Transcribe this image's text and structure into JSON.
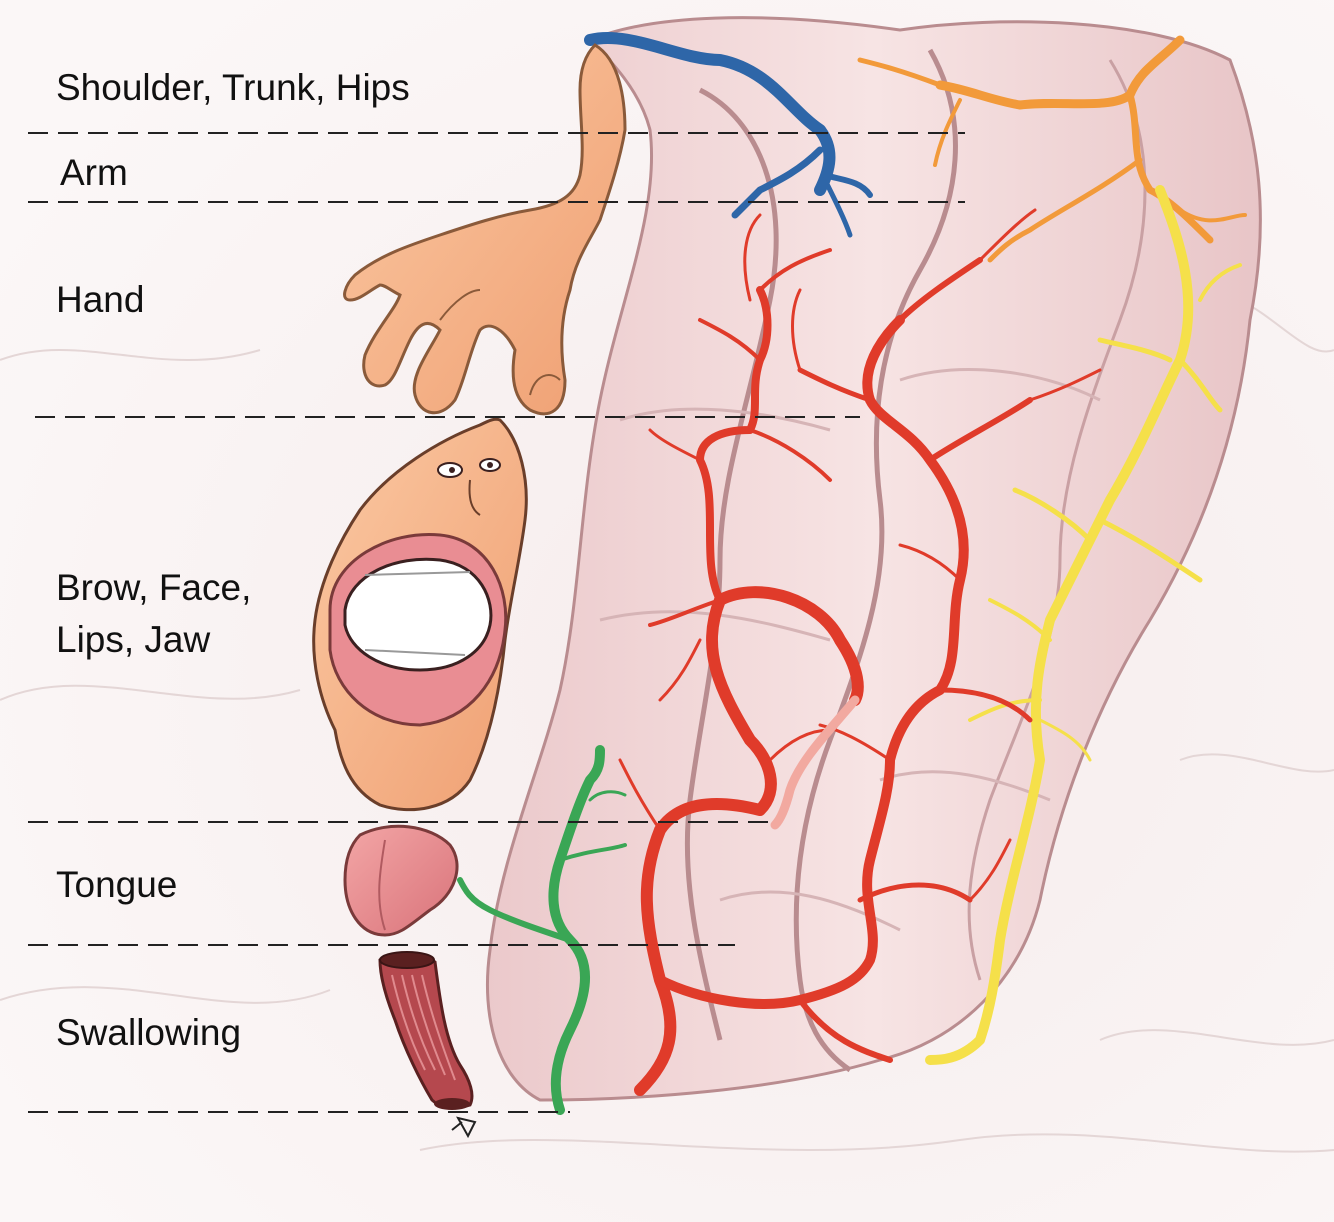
{
  "labels": {
    "shoulder": "Shoulder, Trunk, Hips",
    "arm": "Arm",
    "hand": "Hand",
    "face_line1": "Brow, Face,",
    "face_line2": "Lips, Jaw",
    "tongue": "Tongue",
    "swallowing": "Swallowing"
  },
  "colors": {
    "background": "#ffffff",
    "brain_surface": "#f0d8d8",
    "gyrus": "#f3dcdc",
    "sulcus": "#b98c8f",
    "artery_red": "#e03b2a",
    "artery_blue": "#2e66a8",
    "artery_orange": "#f29a3a",
    "artery_yellow": "#f5e04a",
    "artery_green": "#3aa655",
    "skin": "#f5b58a",
    "lips": "#e98d93",
    "esophagus": "#b5484e"
  },
  "icons": [
    "hand-illustration",
    "face-illustration",
    "tongue-illustration",
    "esophagus-illustration"
  ]
}
